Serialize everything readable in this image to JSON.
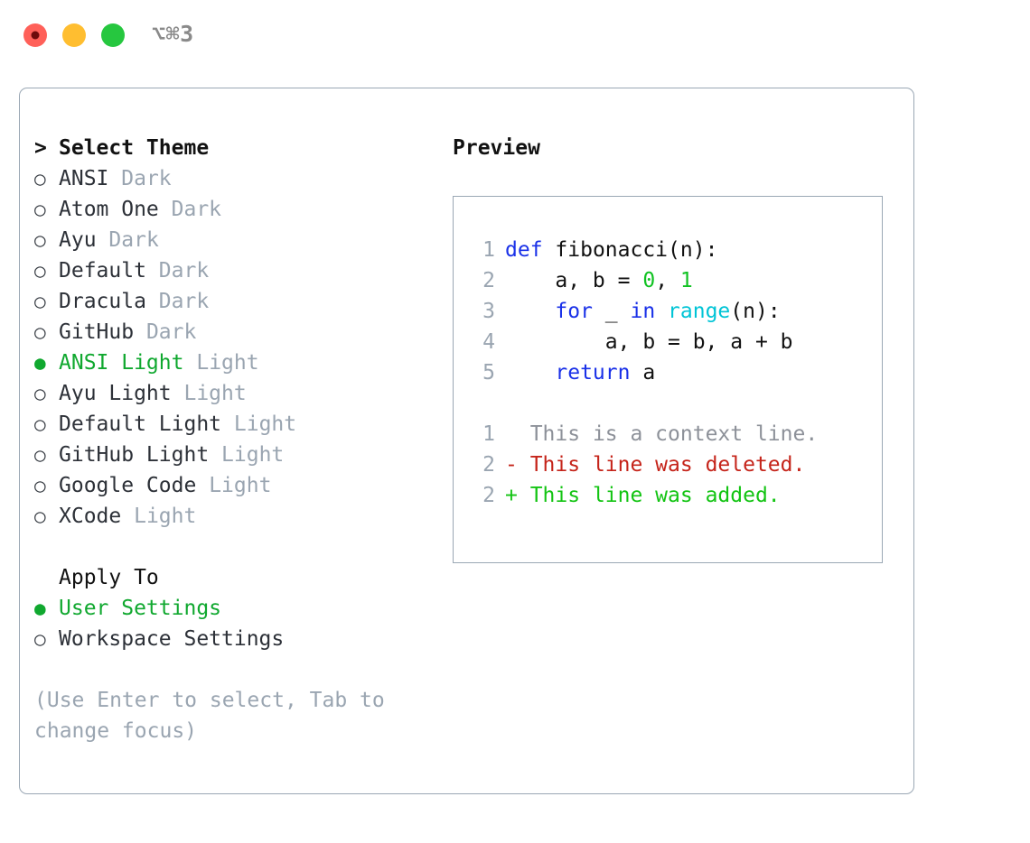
{
  "window": {
    "shortcut_label": "⌥⌘3",
    "traffic_lights": [
      {
        "name": "close-button",
        "color": "#ff6059",
        "recording": true
      },
      {
        "name": "minimize-button",
        "color": "#ffbe30",
        "recording": false
      },
      {
        "name": "maximize-button",
        "color": "#26c73f",
        "recording": false
      }
    ]
  },
  "theme_list": {
    "header_prompt": ">",
    "header_label": "Select Theme",
    "items": [
      {
        "marker": "○",
        "name": "ANSI",
        "kind": "Dark",
        "selected": false
      },
      {
        "marker": "○",
        "name": "Atom One",
        "kind": "Dark",
        "selected": false
      },
      {
        "marker": "○",
        "name": "Ayu",
        "kind": "Dark",
        "selected": false
      },
      {
        "marker": "○",
        "name": "Default",
        "kind": "Dark",
        "selected": false
      },
      {
        "marker": "○",
        "name": "Dracula",
        "kind": "Dark",
        "selected": false
      },
      {
        "marker": "○",
        "name": "GitHub",
        "kind": "Dark",
        "selected": false
      },
      {
        "marker": "●",
        "name": "ANSI Light",
        "kind": "Light",
        "selected": true
      },
      {
        "marker": "○",
        "name": "Ayu Light",
        "kind": "Light",
        "selected": false
      },
      {
        "marker": "○",
        "name": "Default Light",
        "kind": "Light",
        "selected": false
      },
      {
        "marker": "○",
        "name": "GitHub Light",
        "kind": "Light",
        "selected": false
      },
      {
        "marker": "○",
        "name": "Google Code",
        "kind": "Light",
        "selected": false
      },
      {
        "marker": "○",
        "name": "XCode",
        "kind": "Light",
        "selected": false
      }
    ]
  },
  "apply_to": {
    "title": "Apply To",
    "options": [
      {
        "marker": "●",
        "label": "User Settings",
        "selected": true
      },
      {
        "marker": "○",
        "label": "Workspace Settings",
        "selected": false
      }
    ]
  },
  "help_text": "(Use Enter to select, Tab to change focus)",
  "preview": {
    "title": "Preview",
    "code_lines": [
      {
        "number": "1",
        "tokens": [
          {
            "text": "def",
            "type": "keyword"
          },
          {
            "text": " ",
            "type": "plain"
          },
          {
            "text": "fibonacci(n):",
            "type": "plain"
          }
        ]
      },
      {
        "number": "2",
        "tokens": [
          {
            "text": "    a, b = ",
            "type": "plain"
          },
          {
            "text": "0",
            "type": "number"
          },
          {
            "text": ", ",
            "type": "plain"
          },
          {
            "text": "1",
            "type": "number"
          }
        ]
      },
      {
        "number": "3",
        "tokens": [
          {
            "text": "    ",
            "type": "plain"
          },
          {
            "text": "for",
            "type": "keyword"
          },
          {
            "text": " _ ",
            "type": "plain"
          },
          {
            "text": "in",
            "type": "keyword"
          },
          {
            "text": " ",
            "type": "plain"
          },
          {
            "text": "range",
            "type": "function"
          },
          {
            "text": "(n):",
            "type": "plain"
          }
        ]
      },
      {
        "number": "4",
        "tokens": [
          {
            "text": "        a, b = b, a + b",
            "type": "plain"
          }
        ]
      },
      {
        "number": "5",
        "tokens": [
          {
            "text": "    ",
            "type": "plain"
          },
          {
            "text": "return",
            "type": "keyword"
          },
          {
            "text": " a",
            "type": "plain"
          }
        ]
      }
    ],
    "diff_lines": [
      {
        "number": "1",
        "sign": " ",
        "text": "This is a context line.",
        "kind": "context"
      },
      {
        "number": "2",
        "sign": "-",
        "text": "This line was deleted.",
        "kind": "deleted"
      },
      {
        "number": "2",
        "sign": "+",
        "text": "This line was added.",
        "kind": "added"
      }
    ]
  },
  "colors": {
    "accent_green": "#10a82f",
    "muted_gray": "#9aa5b1",
    "border": "#9aa7b4",
    "keyword_blue": "#1a31e8",
    "function_cyan": "#00c4d6",
    "number_green": "#10c222",
    "diff_deleted": "#c5241a",
    "diff_added": "#13c413"
  }
}
